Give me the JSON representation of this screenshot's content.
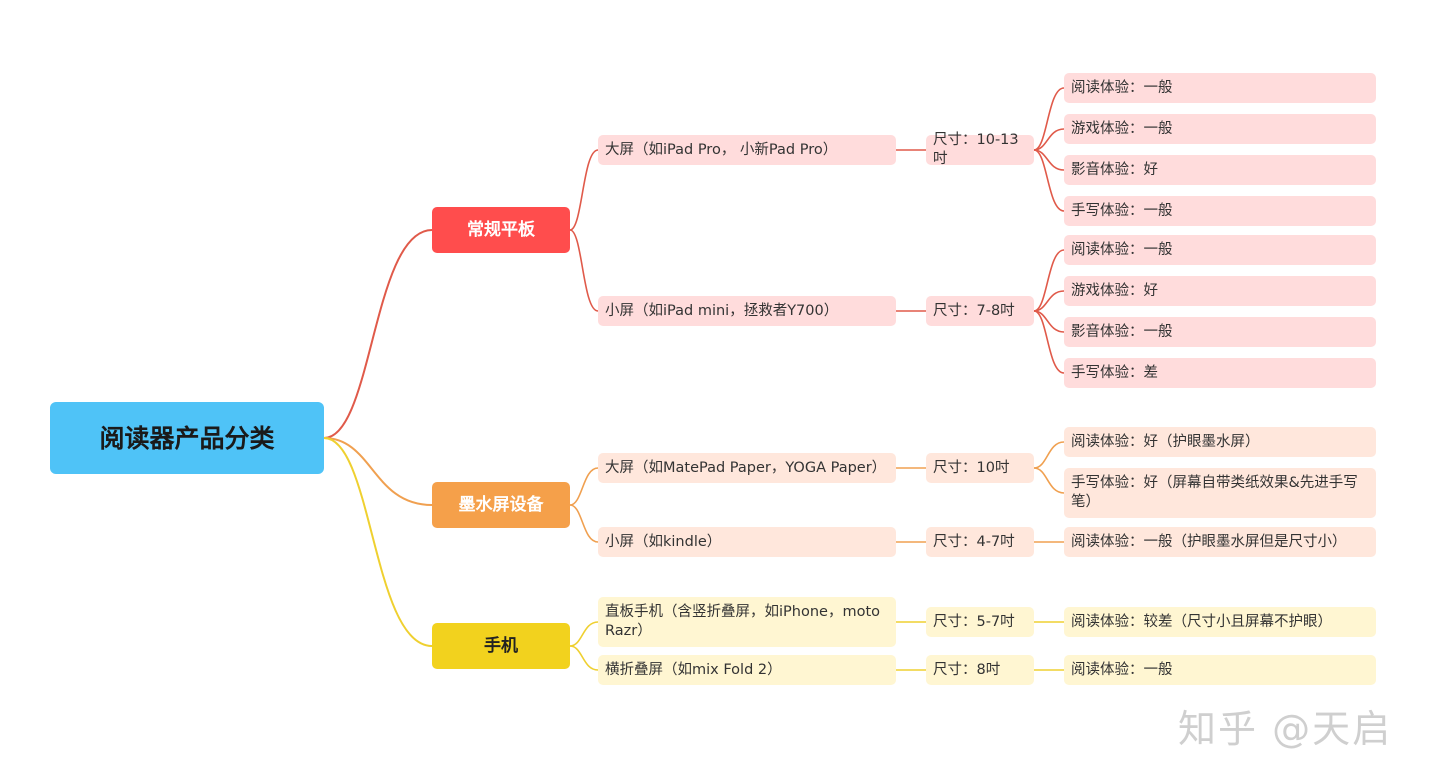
{
  "root": {
    "label": "阅读器产品分类"
  },
  "categories": [
    {
      "label": "常规平板",
      "color": "#ff4d4d",
      "line": "#e05a4a",
      "branches": [
        {
          "label": "大屏（如iPad Pro， 小新Pad Pro）",
          "size": "尺寸：10-13吋",
          "experiences": [
            "阅读体验：一般",
            "游戏体验：一般",
            "影音体验：好",
            "手写体验：一般"
          ]
        },
        {
          "label": "小屏（如iPad mini，拯救者Y700）",
          "size": "尺寸：7-8吋",
          "experiences": [
            "阅读体验：一般",
            "游戏体验：好",
            "影音体验：一般",
            "手写体验：差"
          ]
        }
      ]
    },
    {
      "label": "墨水屏设备",
      "color": "#f5a04a",
      "line": "#f0a050",
      "branches": [
        {
          "label": "大屏（如MatePad Paper，YOGA Paper）",
          "size": "尺寸：10吋",
          "experiences": [
            "阅读体验：好（护眼墨水屏）",
            "手写体验：好（屏幕自带类纸效果&先进手写笔）"
          ]
        },
        {
          "label": "小屏（如kindle）",
          "size": "尺寸：4-7吋",
          "experiences": [
            "阅读体验：一般（护眼墨水屏但是尺寸小）"
          ]
        }
      ]
    },
    {
      "label": "手机",
      "color": "#f2d21e",
      "line": "#efd030",
      "branches": [
        {
          "label": "直板手机（含竖折叠屏，如iPhone，moto Razr）",
          "size": "尺寸：5-7吋",
          "experiences": [
            "阅读体验：较差（尺寸小且屏幕不护眼）"
          ]
        },
        {
          "label": "横折叠屏（如mix Fold 2）",
          "size": "尺寸：8吋",
          "experiences": [
            "阅读体验：一般"
          ]
        }
      ]
    }
  ],
  "watermark": "知乎 @天启"
}
